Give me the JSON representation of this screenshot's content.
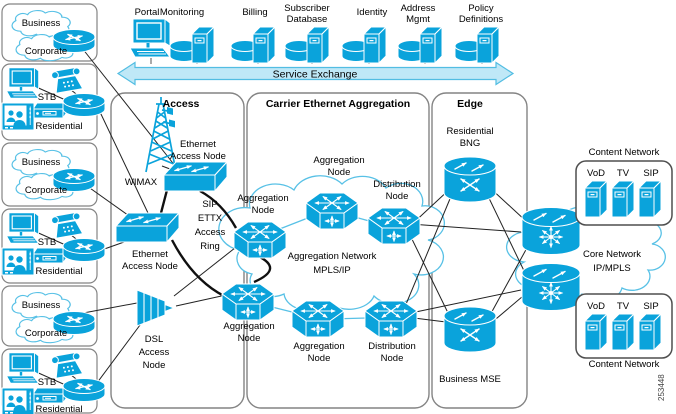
{
  "colors": {
    "icon_blue": "#0aa3db",
    "service_bus_fill": "#bfe8f7",
    "cloud_stroke": "#58c1e6"
  },
  "services": {
    "bus_label": "Service Exchange",
    "items": [
      {
        "icon": "workstation-icon",
        "lines": [
          "Portal"
        ]
      },
      {
        "icon": "database-server-icon",
        "lines": [
          "Monitoring"
        ]
      },
      {
        "icon": "database-server-icon",
        "lines": [
          "Billing"
        ]
      },
      {
        "icon": "database-server-icon",
        "lines": [
          "Subscriber",
          "Database"
        ]
      },
      {
        "icon": "database-server-icon",
        "lines": [
          "Identity"
        ]
      },
      {
        "icon": "database-server-icon",
        "lines": [
          "Address",
          "Mgmt"
        ]
      },
      {
        "icon": "database-server-icon",
        "lines": [
          "Policy",
          "Definitions"
        ]
      }
    ]
  },
  "customers": {
    "business_cloud": "Business",
    "corporate_cloud": "Corporate",
    "stb_label": "STB",
    "residential_label": "Residential"
  },
  "access": {
    "title": "Access",
    "wimax_label": "WIMAX",
    "ethernet_access_node": [
      "Ethernet",
      "Access Node"
    ],
    "ring_label": [
      "SIP",
      "ETTX",
      "Access",
      "Ring"
    ],
    "dsl_access_node": [
      "DSL",
      "Access",
      "Node"
    ]
  },
  "aggregation": {
    "title": "Carrier Ethernet Aggregation",
    "aggregation_node": [
      "Aggregation",
      "Node"
    ],
    "distribution_node": [
      "Distribution",
      "Node"
    ],
    "cloud_label": [
      "Aggregation Network",
      "MPLS/IP"
    ]
  },
  "edge": {
    "title": "Edge",
    "residential_bng": [
      "Residential",
      "BNG"
    ],
    "business_mse": "Business MSE"
  },
  "core": {
    "cloud_label": [
      "Core Network",
      "IP/MPLS"
    ]
  },
  "content": {
    "title": "Content Network",
    "servers": [
      "VoD",
      "TV",
      "SIP"
    ]
  },
  "figure_number": "253448"
}
